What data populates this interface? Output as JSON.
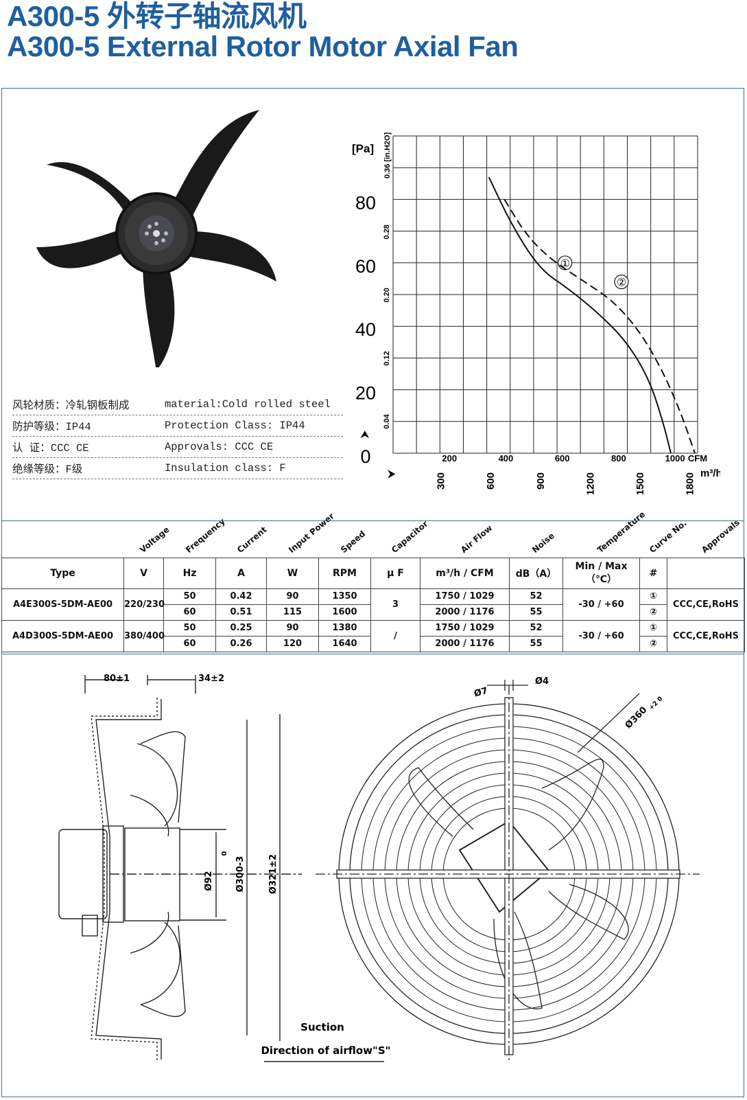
{
  "header": {
    "title_cn": "A300-5  外转子轴流风机",
    "title_en": "A300-5  External Rotor Motor Axial Fan"
  },
  "properties": [
    {
      "zh": "风轮材质：冷轧钢板制成",
      "en": "material:Cold rolled steel"
    },
    {
      "zh": "防护等级：IP44",
      "en": "Protection Class: IP44"
    },
    {
      "zh": "认    证：CCC CE",
      "en": "Approvals: CCC  CE"
    },
    {
      "zh": "绝缘等级：F级",
      "en": "Insulation class: F"
    }
  ],
  "chart_data": {
    "type": "line",
    "y_unit_left": "[Pa]",
    "y_unit_right": "0.36 [in.H2O]",
    "y_ticks_pa": [
      "80",
      "60",
      "40",
      "20",
      "0"
    ],
    "y_ticks_inh2o": [
      "0.36 [in.H2O]",
      "0.28",
      "0.20",
      "0.12",
      "0.04"
    ],
    "x_ticks_cfm": [
      "200",
      "400",
      "600",
      "800",
      "1000",
      "CFM"
    ],
    "x_ticks_m3h": [
      "300",
      "600",
      "900",
      "1200",
      "1500",
      "1800"
    ],
    "x_unit_m3h": "m³/h",
    "y_lim_pa": [
      0,
      100
    ],
    "x_lim_cfm": [
      0,
      1080
    ],
    "series": [
      {
        "name": "①",
        "style": "solid",
        "points_cfm_pa": [
          [
            340,
            87
          ],
          [
            420,
            72
          ],
          [
            520,
            58
          ],
          [
            620,
            52
          ],
          [
            730,
            44
          ],
          [
            830,
            35
          ],
          [
            910,
            23
          ],
          [
            960,
            9
          ],
          [
            985,
            0
          ]
        ]
      },
      {
        "name": "②",
        "style": "dashed",
        "points_cfm_pa": [
          [
            395,
            80
          ],
          [
            470,
            69
          ],
          [
            560,
            61
          ],
          [
            680,
            54
          ],
          [
            780,
            48
          ],
          [
            870,
            39
          ],
          [
            950,
            27
          ],
          [
            1020,
            13
          ],
          [
            1070,
            0
          ]
        ]
      }
    ]
  },
  "spec_table": {
    "rotated_headers": [
      "Voltage",
      "Frequency",
      "Current",
      "Input Power",
      "Speed",
      "Capacitor",
      "Air Flow",
      "Noise",
      "Temperature",
      "Curve No.",
      "Approvals"
    ],
    "unit_headers": [
      "Type",
      "V",
      "Hz",
      "A",
      "W",
      "RPM",
      "μ F",
      "m³/h  /  CFM",
      "dB（A）",
      "Min / Max（℃）",
      "#",
      ""
    ],
    "models": [
      {
        "type": "A4E300S-5DM-AE00",
        "voltage": "220/230",
        "capacitor": "3",
        "temperature": "-30 / +60",
        "approvals": "CCC,CE,RoHS",
        "rows": [
          {
            "hz": "50",
            "a": "0.42",
            "w": "90",
            "rpm": "1350",
            "flow": "1750  /  1029",
            "db": "52",
            "curve": "①"
          },
          {
            "hz": "60",
            "a": "0.51",
            "w": "115",
            "rpm": "1600",
            "flow": "2000  /  1176",
            "db": "55",
            "curve": "②"
          }
        ]
      },
      {
        "type": "A4D300S-5DM-AE00",
        "voltage": "380/400",
        "capacitor": "/",
        "temperature": "-30 / +60",
        "approvals": "CCC,CE,RoHS",
        "rows": [
          {
            "hz": "50",
            "a": "0.25",
            "w": "90",
            "rpm": "1380",
            "flow": "1750  /  1029",
            "db": "52",
            "curve": "①"
          },
          {
            "hz": "60",
            "a": "0.26",
            "w": "120",
            "rpm": "1640",
            "flow": "2000  /  1176",
            "db": "55",
            "curve": "②"
          }
        ]
      }
    ]
  },
  "drawing": {
    "dim_80": "80±1",
    "dim_34": "34±2",
    "dim_92": "Ø92",
    "dim_300": "Ø300-3",
    "dim_300_sup": "0",
    "dim_321": "Ø321±2",
    "dim_7": "Ø7",
    "dim_4": "Ø4",
    "dim_360": "Ø360",
    "dim_360_tol": "+2 0",
    "suction": "Suction",
    "airflow": "Direction of airflow\"S\""
  }
}
